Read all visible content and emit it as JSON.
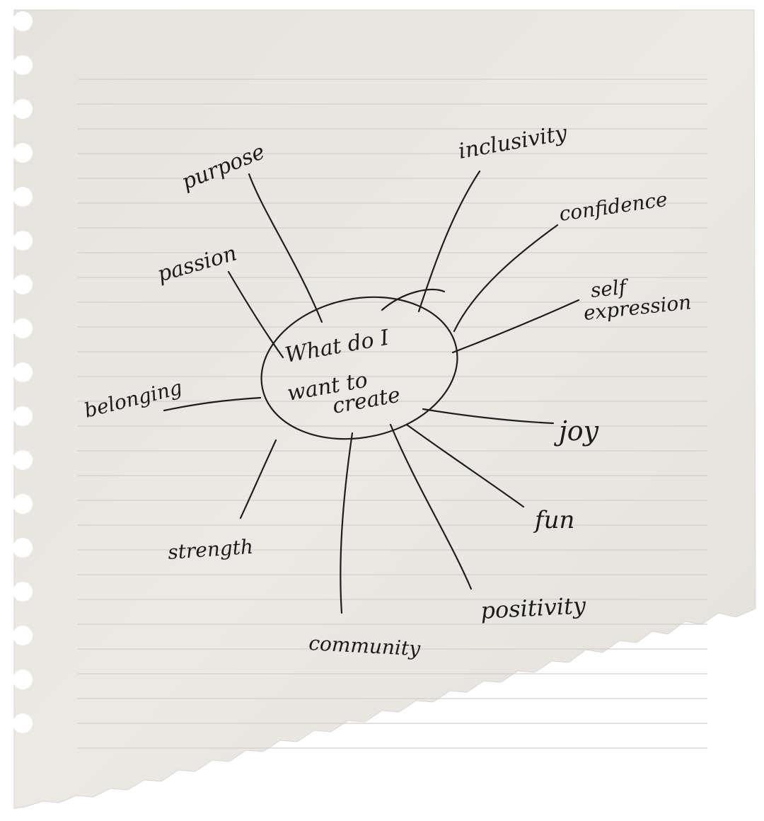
{
  "mind_map": {
    "center": {
      "lines": [
        "What do I",
        "want to",
        "create"
      ]
    },
    "branches": [
      {
        "label": "purpose"
      },
      {
        "label": "inclusivity"
      },
      {
        "label": "confidence"
      },
      {
        "label": "self expression",
        "lines": [
          "self",
          "expression"
        ]
      },
      {
        "label": "passion"
      },
      {
        "label": "belonging"
      },
      {
        "label": "joy"
      },
      {
        "label": "fun"
      },
      {
        "label": "strength"
      },
      {
        "label": "positivity"
      },
      {
        "label": "community"
      }
    ]
  },
  "colors": {
    "paper": "#ece9e4",
    "rule_line": "#d2cfca",
    "ink": "#1e1e1e",
    "background": "#ffffff"
  }
}
